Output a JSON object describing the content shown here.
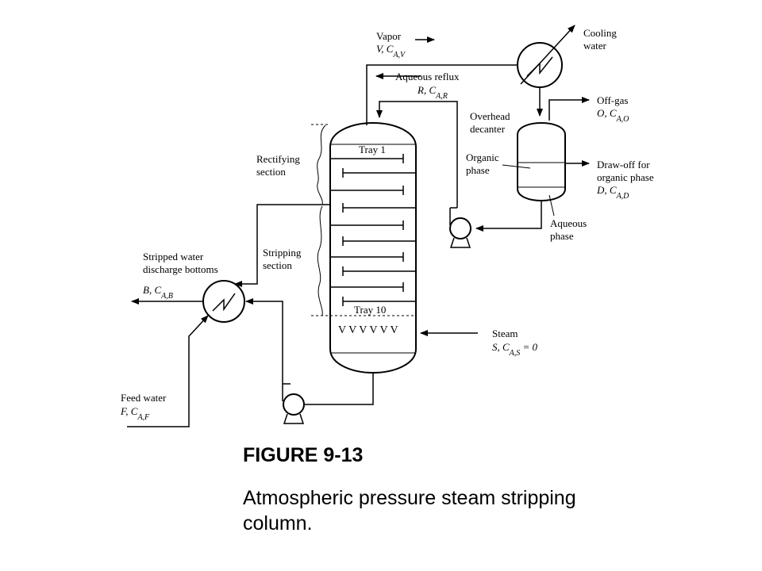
{
  "figure": {
    "number": "FIGURE 9-13",
    "caption": "Atmospheric pressure steam stripping column."
  },
  "labels": {
    "vapor_line1": "Vapor",
    "vapor_line2": "V, C",
    "vapor_sub": "A,V",
    "cooling_line1": "Cooling",
    "cooling_line2": "water",
    "reflux_line1": "Aqueous reflux",
    "reflux_line2": "R, C",
    "reflux_sub": "A,R",
    "offgas_line1": "Off-gas",
    "offgas_line2": "O, C",
    "offgas_sub": "A,O",
    "overhead_line1": "Overhead",
    "overhead_line2": "decanter",
    "organic_line1": "Organic",
    "organic_line2": "phase",
    "drawoff_line1": "Draw-off for",
    "drawoff_line2": "organic phase",
    "drawoff_line3": "D, C",
    "drawoff_sub": "A,D",
    "aqueous_line1": "Aqueous",
    "aqueous_line2": "phase",
    "rectifying_line1": "Rectifying",
    "rectifying_line2": "section",
    "stripping_line1": "Stripping",
    "stripping_line2": "section",
    "tray_first": "Tray 1",
    "tray_last": "Tray 10",
    "stripped_line1": "Stripped water",
    "stripped_line2": "discharge bottoms",
    "stripped_line3": "B, C",
    "stripped_sub": "A,B",
    "steam_line1": "Steam",
    "steam_line2": "S, C",
    "steam_sub": "A,S",
    "steam_eq": " = 0",
    "feed_line1": "Feed water",
    "feed_line2": "F, C",
    "feed_sub": "A,F",
    "sparger": "VVVVVV"
  }
}
